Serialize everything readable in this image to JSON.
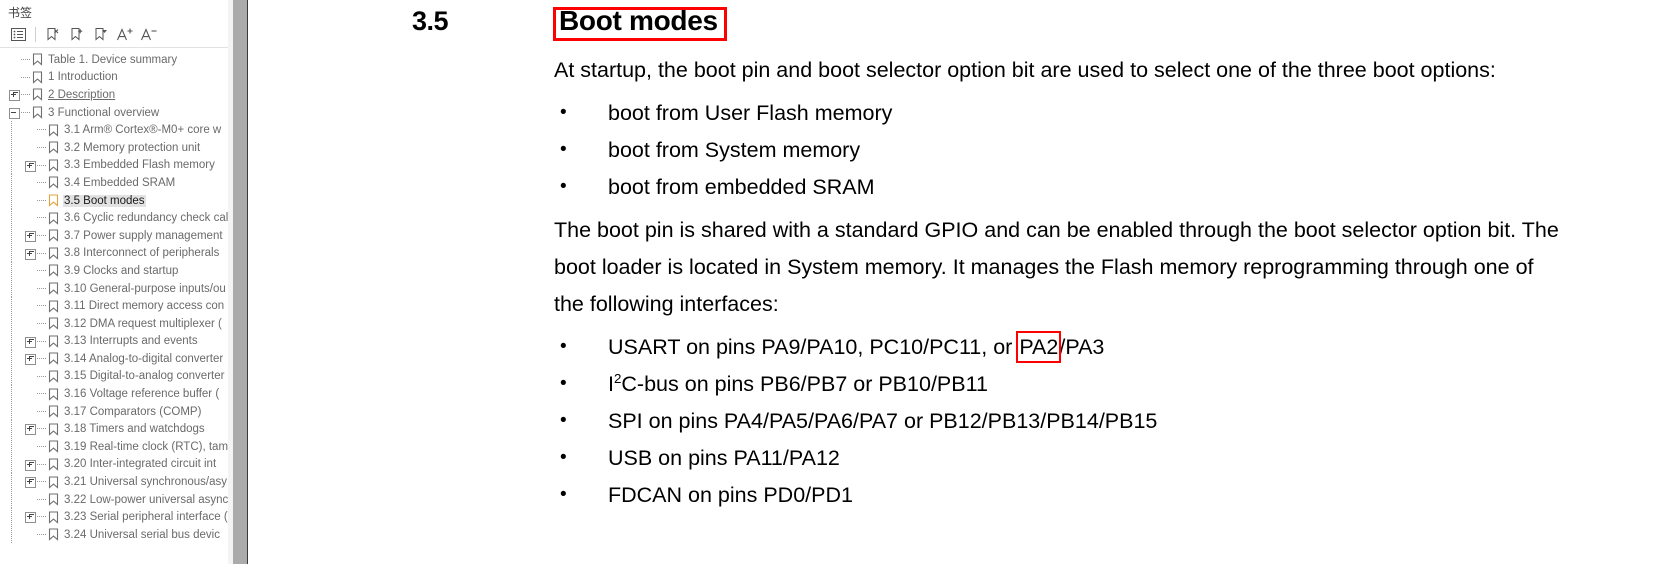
{
  "sidebar": {
    "title": "书签",
    "toolbar": [
      {
        "name": "list-view-icon",
        "label": ""
      },
      {
        "name": "bookmark-delete-icon",
        "label": ""
      },
      {
        "name": "bookmark-add-icon",
        "label": ""
      },
      {
        "name": "bookmark-options-icon",
        "label": ""
      },
      {
        "name": "font-increase-icon",
        "label": "A+"
      },
      {
        "name": "font-decrease-icon",
        "label": "A-"
      }
    ],
    "tree": [
      {
        "label": "Table 1. Device summary",
        "level": 0,
        "expander": "none",
        "state": "normal"
      },
      {
        "label": "1 Introduction",
        "level": 0,
        "expander": "none",
        "state": "normal"
      },
      {
        "label": "2 Description",
        "level": 0,
        "expander": "plus",
        "state": "hover"
      },
      {
        "label": "3 Functional overview",
        "level": 0,
        "expander": "minus",
        "state": "normal"
      },
      {
        "label": "3.1 Arm® Cortex®-M0+ core w",
        "level": 1,
        "expander": "none",
        "state": "normal"
      },
      {
        "label": "3.2 Memory protection unit",
        "level": 1,
        "expander": "none",
        "state": "normal"
      },
      {
        "label": "3.3 Embedded Flash memory",
        "level": 1,
        "expander": "plus",
        "state": "normal"
      },
      {
        "label": "3.4 Embedded SRAM",
        "level": 1,
        "expander": "none",
        "state": "normal"
      },
      {
        "label": "3.5 Boot modes",
        "level": 1,
        "expander": "none",
        "state": "selected"
      },
      {
        "label": "3.6 Cyclic redundancy check cal",
        "level": 1,
        "expander": "none",
        "state": "normal"
      },
      {
        "label": "3.7 Power supply management",
        "level": 1,
        "expander": "plus",
        "state": "normal"
      },
      {
        "label": "3.8 Interconnect of peripherals",
        "level": 1,
        "expander": "plus",
        "state": "normal"
      },
      {
        "label": "3.9 Clocks and startup",
        "level": 1,
        "expander": "none",
        "state": "normal"
      },
      {
        "label": "3.10 General-purpose inputs/ou",
        "level": 1,
        "expander": "none",
        "state": "normal"
      },
      {
        "label": "3.11 Direct memory access con",
        "level": 1,
        "expander": "none",
        "state": "normal"
      },
      {
        "label": "3.12 DMA request multiplexer (",
        "level": 1,
        "expander": "none",
        "state": "normal"
      },
      {
        "label": "3.13 Interrupts and events",
        "level": 1,
        "expander": "plus",
        "state": "normal"
      },
      {
        "label": "3.14 Analog-to-digital converter",
        "level": 1,
        "expander": "plus",
        "state": "normal"
      },
      {
        "label": "3.15 Digital-to-analog converter",
        "level": 1,
        "expander": "none",
        "state": "normal"
      },
      {
        "label": "3.16 Voltage reference buffer (",
        "level": 1,
        "expander": "none",
        "state": "normal"
      },
      {
        "label": "3.17 Comparators (COMP)",
        "level": 1,
        "expander": "none",
        "state": "normal"
      },
      {
        "label": "3.18 Timers and watchdogs",
        "level": 1,
        "expander": "plus",
        "state": "normal"
      },
      {
        "label": "3.19 Real-time clock (RTC), tam",
        "level": 1,
        "expander": "none",
        "state": "normal"
      },
      {
        "label": "3.20 Inter-integrated circuit int",
        "level": 1,
        "expander": "plus",
        "state": "normal"
      },
      {
        "label": "3.21 Universal synchronous/asy",
        "level": 1,
        "expander": "plus",
        "state": "normal"
      },
      {
        "label": "3.22 Low-power universal async",
        "level": 1,
        "expander": "none",
        "state": "normal"
      },
      {
        "label": "3.23 Serial peripheral interface (",
        "level": 1,
        "expander": "plus",
        "state": "normal"
      },
      {
        "label": "3.24 Universal serial bus devic",
        "level": 1,
        "expander": "none",
        "state": "normal"
      }
    ]
  },
  "document": {
    "section_number": "3.5",
    "section_title": "Boot modes",
    "intro_paragraph": "At startup, the boot pin and boot selector option bit are used to select one of the three boot options:",
    "boot_options": [
      "boot from User Flash memory",
      "boot from System memory",
      "boot from embedded SRAM"
    ],
    "second_paragraph": "The boot pin is shared with a standard GPIO and can be enabled through the boot selector option bit. The boot loader is located in System memory. It manages the Flash memory reprogramming through one of the following interfaces:",
    "interfaces": {
      "usart": {
        "prefix": "USART on pins PA9/PA10, PC10/PC11, or ",
        "highlight": "PA2",
        "suffix": "/PA3"
      },
      "i2c": {
        "pre": "I",
        "sup": "2",
        "post": "C-bus on pins PB6/PB7 or PB10/PB11"
      },
      "spi": "SPI on pins PA4/PA5/PA6/PA7 or PB12/PB13/PB14/PB15",
      "usb": "USB on pins PA11/PA12",
      "fdcan": "FDCAN on pins PD0/PD1"
    }
  },
  "colors": {
    "annotation_red": "#ff0000",
    "selected_bookmark": "#e2a33a",
    "selection_bg": "#e2e2e2",
    "tree_text": "#6a6a6a"
  }
}
